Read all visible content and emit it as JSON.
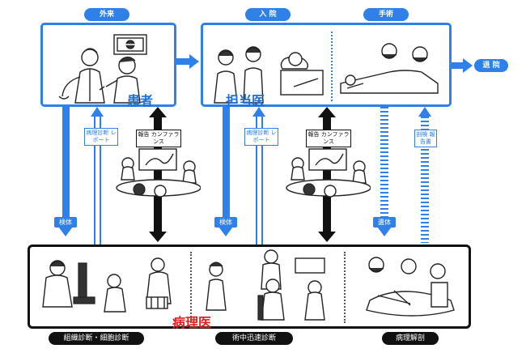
{
  "stages": {
    "outpatient": "外来",
    "inpatient": "入 院",
    "surgery": "手術",
    "discharge": "退 院"
  },
  "roles": {
    "patient": "患者",
    "attending": "担当医",
    "pathologist": "病理医"
  },
  "arrows": {
    "specimen_left": "検体",
    "specimen_mid": "検体",
    "body_return": "遺体",
    "report_left": "病理診断 レポート",
    "report_mid": "病理診断 レポート",
    "conference_left": "報告 カンファランス",
    "conference_mid": "報告 カンファランス",
    "autopsy_report": "剖検 報告書"
  },
  "sections": {
    "histology": "組織診断・細胞診断",
    "intraoperative": "術中迅速診断",
    "autopsy": "病理解剖"
  },
  "colors": {
    "accent": "#2f80e8",
    "pathologist": "#e02020",
    "frame": "#111111"
  }
}
